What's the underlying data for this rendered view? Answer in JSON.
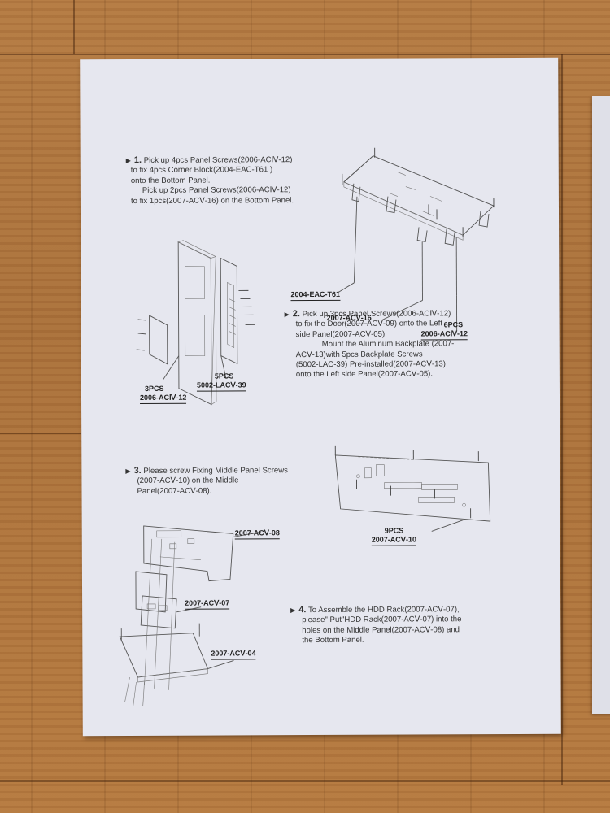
{
  "document": {
    "steps": [
      {
        "number": "1.",
        "lines": [
          "Pick up 4pcs Panel Screws(2006-ACⅣ-12)",
          "to fix 4pcs Corner Block(2004-EAC-T61 )",
          "onto the Bottom Panel.",
          "Pick up 2pcs Panel Screws(2006-ACⅣ-12)",
          "to fix 1pcs(2007-ACⅤ-16) on the Bottom Panel."
        ]
      },
      {
        "number": "2.",
        "lines": [
          "Pick up 3pcs Panel Screws(2006-ACⅣ-12)",
          "to fix the Door(2007-ACⅤ-09) onto the Left",
          "side Panel(2007-ACⅤ-05).",
          "Mount the Aluminum Backplate (2007-",
          "ACⅤ-13)with 5pcs Backplate Screws",
          "(5002-LAC-39) Pre-installed(2007-ACⅤ-13)",
          "onto the Left side Panel(2007-ACⅤ-05)."
        ]
      },
      {
        "number": "3.",
        "lines": [
          "Please screw Fixing Middle Panel Screws",
          "(2007-ACⅤ-10) on the Middle",
          "Panel(2007-ACⅤ-08)."
        ]
      },
      {
        "number": "4.",
        "lines": [
          "To Assemble the HDD Rack(2007-ACⅤ-07),",
          "please\" Put\"HDD Rack(2007-ACⅤ-07) into the",
          "holes on the Middle Panel(2007-ACⅤ-08) and",
          "the Bottom Panel."
        ]
      }
    ],
    "labels": {
      "d1_corner_block": "2004-EAC-T61",
      "d1_part16": "2007-ACⅤ-16",
      "d1_qty": "6PCS",
      "d1_screw": "2006-ACⅣ-12",
      "d2_qty_a": "3PCS",
      "d2_screw_a": "2006-ACⅣ-12",
      "d2_qty_b": "5PCS",
      "d2_screw_b": "5002-LACⅤ-39",
      "d3_qty": "9PCS",
      "d3_part": "2007-ACⅤ-10",
      "d4_middle": "2007-ACⅤ-08",
      "d4_hdd": "2007-ACⅤ-07",
      "d4_bottom": "2007-ACⅤ-04"
    }
  },
  "colors": {
    "paper": "#e6e7ef",
    "wood": "#b0773d",
    "ink": "#333333"
  }
}
